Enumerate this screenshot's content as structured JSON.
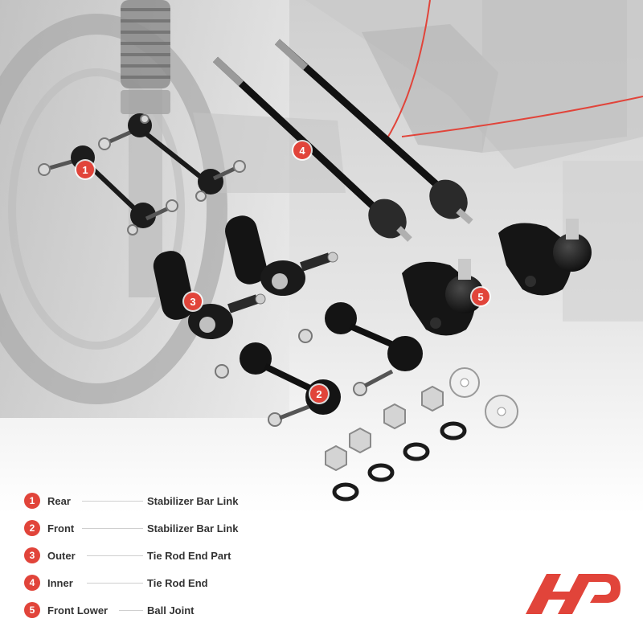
{
  "callouts": [
    "1",
    "2",
    "3",
    "4",
    "5"
  ],
  "legend": [
    {
      "num": "1",
      "position": "Rear",
      "part": "Stabilizer Bar Link"
    },
    {
      "num": "2",
      "position": "Front",
      "part": "Stabilizer Bar Link"
    },
    {
      "num": "3",
      "position": "Outer",
      "part": "Tie Rod End Part"
    },
    {
      "num": "4",
      "position": "Inner",
      "part": "Tie Rod End"
    },
    {
      "num": "5",
      "position": "Front Lower",
      "part": "Ball Joint"
    }
  ],
  "colors": {
    "accent": "#e1443a",
    "text": "#333333",
    "part_black": "#1a1a1a",
    "background_photo": "#d9d9d9"
  },
  "icons": [
    "brand-logo-icon"
  ]
}
